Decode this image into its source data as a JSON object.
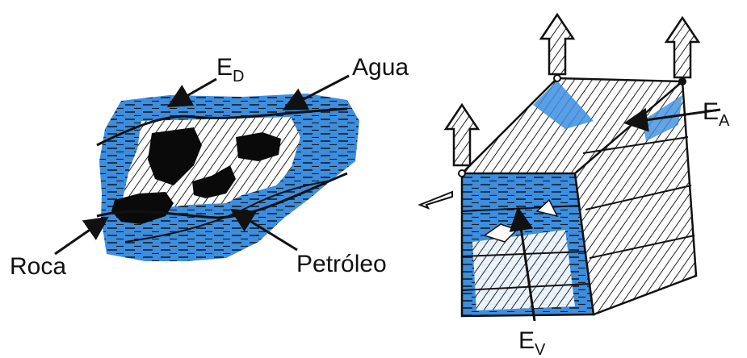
{
  "left_diagram": {
    "labels": {
      "ed_main": "E",
      "ed_sub": "D",
      "agua": "Agua",
      "roca": "Roca",
      "petroleo": "Petróleo"
    }
  },
  "right_diagram": {
    "labels": {
      "ea_main": "E",
      "ea_sub": "A",
      "ev_main": "E",
      "ev_sub": "V"
    }
  },
  "colors": {
    "water": "#3b8ee0",
    "oil": "#0a0a0a",
    "rock_hatch": "#222222",
    "ink": "#111111"
  }
}
